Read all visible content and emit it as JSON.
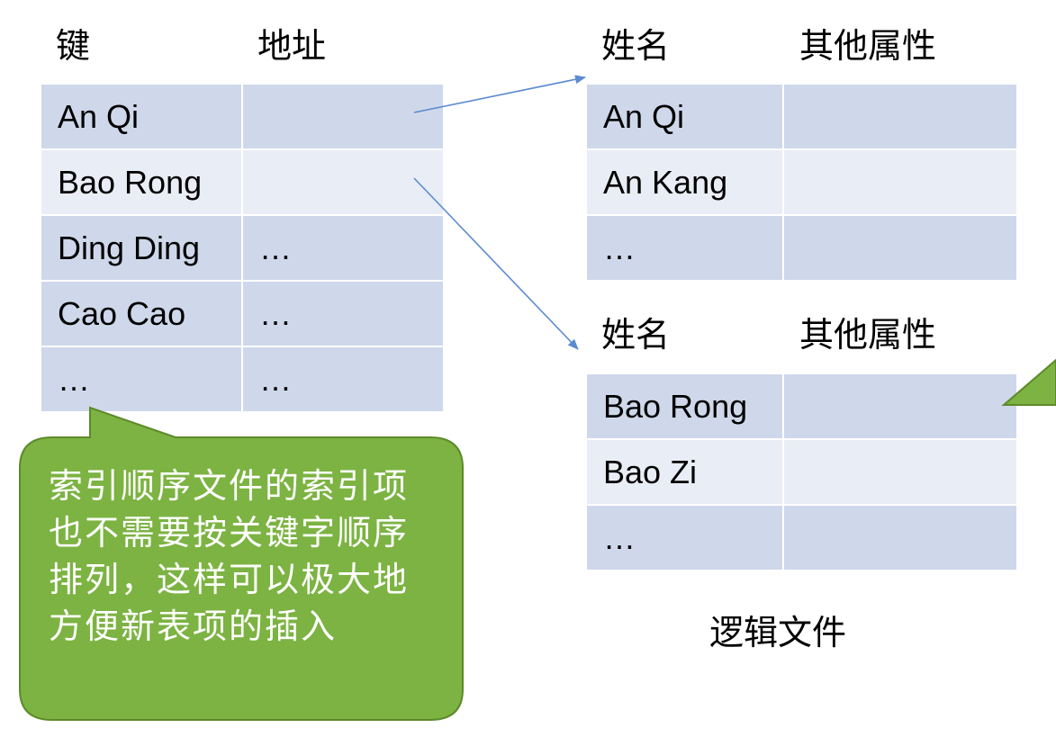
{
  "index_table": {
    "headers": [
      "键",
      "地址"
    ],
    "rows": [
      [
        "An Qi",
        ""
      ],
      [
        "Bao Rong",
        ""
      ],
      [
        "Ding Ding",
        "…"
      ],
      [
        "Cao Cao",
        "…"
      ],
      [
        "…",
        "…"
      ]
    ]
  },
  "group_a": {
    "headers": [
      "姓名",
      "其他属性"
    ],
    "rows": [
      [
        "An Qi",
        ""
      ],
      [
        "An Kang",
        ""
      ],
      [
        "…",
        ""
      ]
    ]
  },
  "group_b": {
    "headers": [
      "姓名",
      "其他属性"
    ],
    "rows": [
      [
        "Bao Rong",
        ""
      ],
      [
        "Bao Zi",
        ""
      ],
      [
        "…",
        ""
      ]
    ]
  },
  "callout": {
    "text": "索引顺序文件的索引项也不需要按关键字顺序排列，这样可以极大地方便新表项的插入",
    "color": "#7cb342"
  },
  "caption": "逻辑文件",
  "colors": {
    "row_dark": "#cfd8ea",
    "row_light": "#e9edf5",
    "arrow": "#5b8bd0"
  }
}
